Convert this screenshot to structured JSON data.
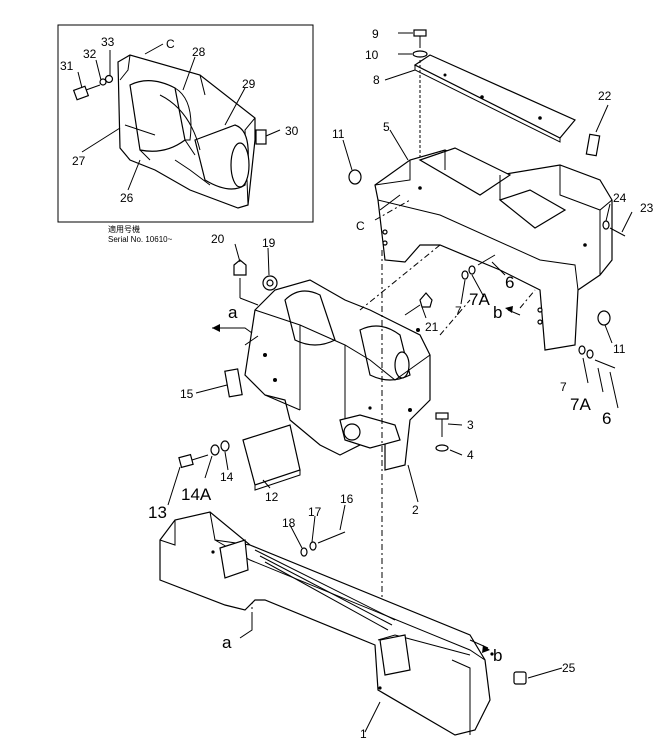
{
  "inset": {
    "serial_caption": "適用号機",
    "serial_text": "Serial No. 10610~",
    "labels": [
      "31",
      "32",
      "33",
      "C",
      "28",
      "29",
      "30",
      "27",
      "26"
    ]
  },
  "callouts": [
    "9",
    "10",
    "8",
    "22",
    "5",
    "11",
    "24",
    "23",
    "C",
    "20",
    "19",
    "6",
    "7A",
    "7",
    "21",
    "b",
    "a",
    "15",
    "11",
    "7",
    "7A",
    "6",
    "3",
    "4",
    "2",
    "13",
    "14A",
    "14",
    "12",
    "16",
    "17",
    "18",
    "a",
    "b",
    "25",
    "1"
  ]
}
